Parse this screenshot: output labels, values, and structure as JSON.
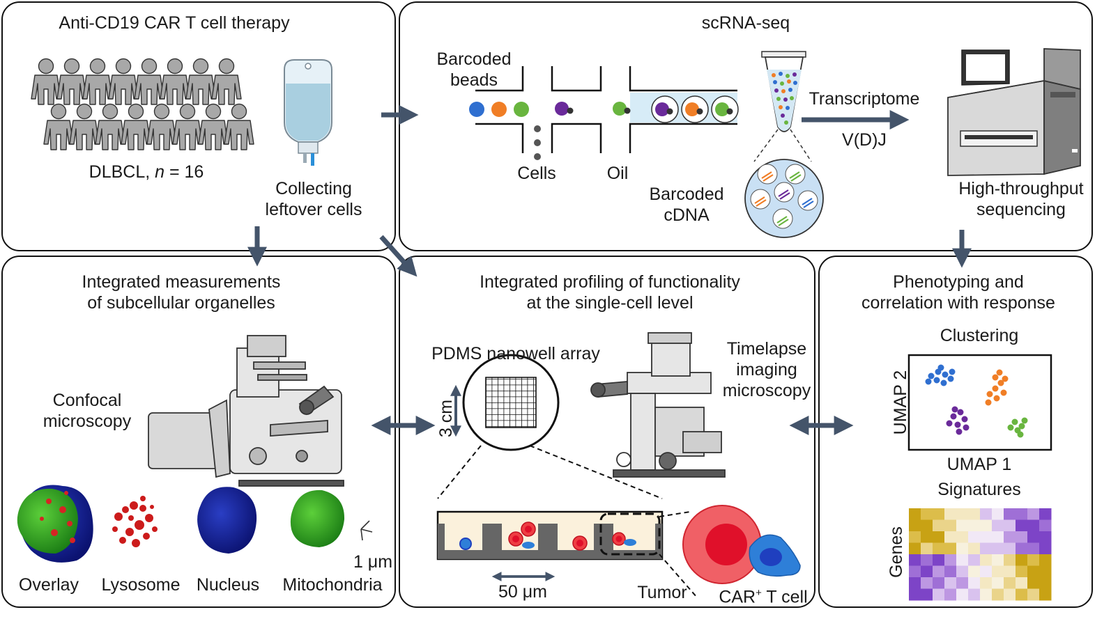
{
  "panels": {
    "therapy": {
      "title": "Anti-CD19 CAR T cell therapy",
      "cohort_prefix": "DLBCL, ",
      "cohort_n": "n",
      "cohort_suffix": " = 16",
      "collect_line1": "Collecting",
      "collect_line2": "leftover cells"
    },
    "scrna": {
      "title": "scRNA-seq",
      "beads_line1": "Barcoded",
      "beads_line2": "beads",
      "cells": "Cells",
      "oil": "Oil",
      "cdna_line1": "Barcoded",
      "cdna_line2": "cDNA",
      "transcriptome": "Transcriptome",
      "vdj": "V(D)J",
      "seq_line1": "High-throughput",
      "seq_line2": "sequencing"
    },
    "organelles": {
      "title_line1": "Integrated measurements",
      "title_line2": "of subcellular organelles",
      "confocal_line1": "Confocal",
      "confocal_line2": "microscopy",
      "scale": "1 μm",
      "labels": [
        "Overlay",
        "Lysosome",
        "Nucleus",
        "Mitochondria"
      ]
    },
    "profiling": {
      "title_line1": "Integrated profiling of functionality",
      "title_line2": "at the single-cell level",
      "array": "PDMS nanowell array",
      "size": "3 cm",
      "timelapse_line1": "Timelapse",
      "timelapse_line2": "imaging",
      "timelapse_line3": "microscopy",
      "well_scale": "50 μm",
      "tumor": "Tumor",
      "car_prefix": "CAR",
      "car_sup": "+",
      "car_suffix": " T cell"
    },
    "phenotyping": {
      "title_line1": "Phenotyping and",
      "title_line2": "correlation with response",
      "clustering": "Clustering",
      "umap1": "UMAP 1",
      "umap2": "UMAP 2",
      "signatures": "Signatures",
      "genes": "Genes"
    }
  },
  "colors": {
    "arrow": "#44546a",
    "person": "#a8a8a8",
    "bag": "#a9cfe0",
    "tumor": "#ee3e43",
    "tumor_inner": "#e0102a",
    "tcell": "#2e7fd8",
    "tcell_nucleus": "#1f3fbf",
    "bead_blue": "#2f6fd0",
    "bead_orange": "#f07e26",
    "bead_green": "#69b53f",
    "bead_purple": "#6a2a9a",
    "well_bg": "#fbf1dc",
    "well_wall": "#666666"
  }
}
